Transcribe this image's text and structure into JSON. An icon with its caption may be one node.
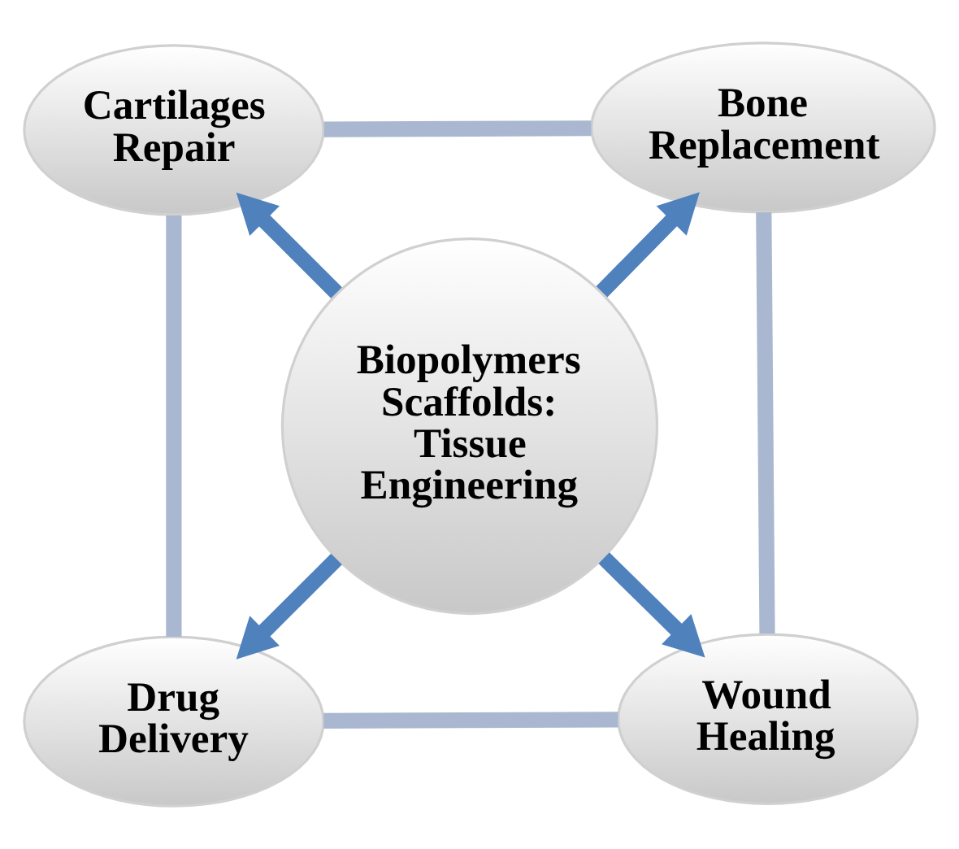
{
  "diagram": {
    "nodes": [
      {
        "text": [
          "Drug Delivery"
        ]
      },
      {
        "text": [
          "Wound Healing"
        ]
      },
      {
        "text": [
          "Biopolymers Scaffolds: Tissue Engineering"
        ]
      },
      {
        "text": [
          "Cartilages Repair"
        ]
      },
      {
        "text": [
          "Bone Replacement"
        ]
      }
    ],
    "edges": [
      {
        "from": 2,
        "to": 0,
        "arrow": "to",
        "color": "#4f81bd"
      },
      {
        "from": 2,
        "to": 1,
        "arrow": "to",
        "color": "#4f81bd"
      },
      {
        "from": 2,
        "to": 3,
        "arrow": "to",
        "color": "#4f81bd"
      },
      {
        "from": 2,
        "to": 4,
        "arrow": "to",
        "color": "#4f81bd"
      },
      {
        "from": 0,
        "to": 3,
        "arrow": "none",
        "color": "#a9b8d0"
      },
      {
        "from": 3,
        "to": 4,
        "arrow": "none",
        "color": "#a9b8d0"
      },
      {
        "from": 4,
        "to": 1,
        "arrow": "none",
        "color": "#a9b8d0"
      },
      {
        "from": 1,
        "to": 0,
        "arrow": "none",
        "color": "#a9b8d0"
      }
    ]
  }
}
